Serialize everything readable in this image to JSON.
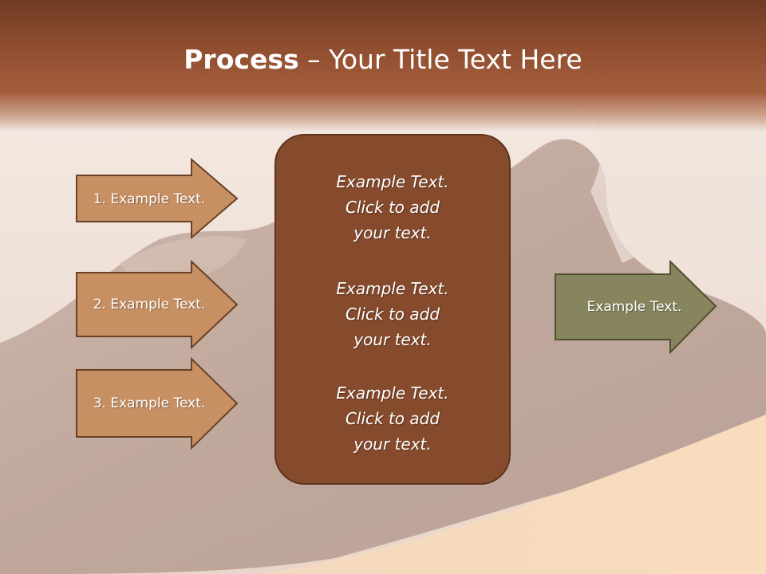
{
  "slide": {
    "title_bold": "Process",
    "title_rest": " – Your Title Text Here"
  },
  "inputs": [
    {
      "label": "1. Example Text."
    },
    {
      "label": "2. Example Text."
    },
    {
      "label": "3. Example Text."
    }
  ],
  "center": {
    "blocks": [
      {
        "line1": "Example Text.",
        "line2": "Click  to add",
        "line3": "your text."
      },
      {
        "line1": "Example Text.",
        "line2": "Click  to add",
        "line3": "your text."
      },
      {
        "line1": "Example Text.",
        "line2": "Click  to add",
        "line3": "your text."
      }
    ]
  },
  "output": {
    "label": "Example Text."
  },
  "colors": {
    "title_band": "#8f4d2f",
    "input_arrow_fill": "#c79063",
    "input_arrow_border": "#6b4024",
    "center_fill": "#864a2c",
    "output_arrow_fill": "#87855d",
    "output_arrow_border": "#4f5030"
  }
}
